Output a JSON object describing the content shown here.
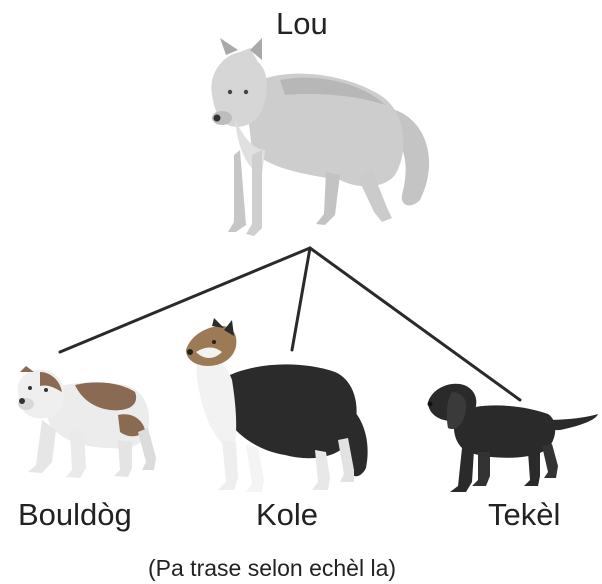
{
  "parent": {
    "label": "Lou",
    "icon": "wolf-icon"
  },
  "children": [
    {
      "label": "Bouldòg",
      "icon": "bulldog-icon"
    },
    {
      "label": "Kole",
      "icon": "collie-icon"
    },
    {
      "label": "Tekèl",
      "icon": "dachshund-icon"
    }
  ],
  "footnote": "(Pa trase selon echèl la)",
  "colors": {
    "line": "#2a2a2a",
    "wolf": "#c9c9c9",
    "bulldog_white": "#ececec",
    "bulldog_brown": "#8a6a52",
    "collie_dark": "#2b2b2b",
    "collie_white": "#f2f2f2",
    "collie_tan": "#9c7a55",
    "dachshund": "#2a2a2a"
  }
}
